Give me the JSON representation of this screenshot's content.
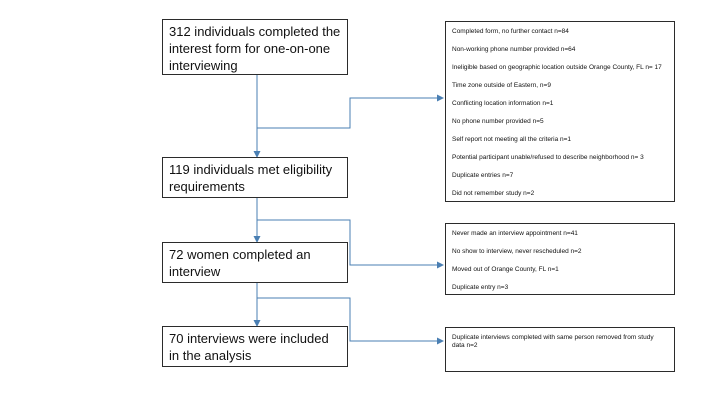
{
  "colors": {
    "connector": "#4a7fb3",
    "border": "#2b2b2b"
  },
  "main_steps": [
    {
      "text": "312 individuals completed the interest form for one-on-one interviewing"
    },
    {
      "text": "119 individuals met eligibility requirements"
    },
    {
      "text": "72 women completed an interview"
    },
    {
      "text": "70 interviews were included in the analysis"
    }
  ],
  "exclusions": [
    {
      "items": [
        "Completed form, no further contact n=84",
        "Non-working phone number provided n=64",
        "Ineligible based on geographic location outside Orange County, FL n= 17",
        "Time zone outside of Eastern, n=9",
        "Conflicting location information n=1",
        "No phone number provided n=5",
        "Self report not meeting all the criteria n=1",
        "Potential participant unable/refused to describe neighborhood n= 3",
        "Duplicate entries n=7",
        "Did not remember study n=2"
      ]
    },
    {
      "items": [
        "Never made an interview appointment n=41",
        "No show to interview, never rescheduled n=2",
        "Moved out of Orange County, FL n=1",
        "Duplicate entry n=3"
      ]
    },
    {
      "items": [
        "Duplicate interviews completed with same person removed from study data n=2"
      ]
    }
  ]
}
